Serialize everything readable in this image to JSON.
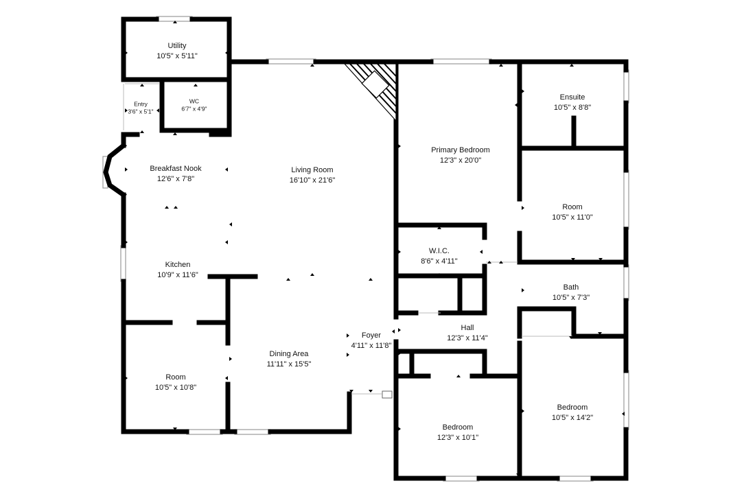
{
  "rooms": [
    {
      "id": "utility",
      "name": "Utility",
      "dims": "10'5\" x 5'11\""
    },
    {
      "id": "entry",
      "name": "Entry",
      "dims": "3'6\" x 5'1\""
    },
    {
      "id": "wc",
      "name": "WC",
      "dims": "6'7\" x 4'9\""
    },
    {
      "id": "breakfast-nook",
      "name": "Breakfast Nook",
      "dims": "12'6\" x 7'8\""
    },
    {
      "id": "living-room",
      "name": "Living Room",
      "dims": "16'10\" x 21'6\""
    },
    {
      "id": "primary-bedroom",
      "name": "Primary Bedroom",
      "dims": "12'3\" x 20'0\""
    },
    {
      "id": "ensuite",
      "name": "Ensuite",
      "dims": "10'5\" x 8'8\""
    },
    {
      "id": "room-east",
      "name": "Room",
      "dims": "10'5\" x 11'0\""
    },
    {
      "id": "wic",
      "name": "W.I.C.",
      "dims": "8'6\" x 4'11\""
    },
    {
      "id": "kitchen",
      "name": "Kitchen",
      "dims": "10'9\" x 11'6\""
    },
    {
      "id": "bath",
      "name": "Bath",
      "dims": "10'5\" x 7'3\""
    },
    {
      "id": "hall",
      "name": "Hall",
      "dims": "12'3\" x 11'4\""
    },
    {
      "id": "foyer",
      "name": "Foyer",
      "dims": "4'11\" x 11'8\""
    },
    {
      "id": "dining-area",
      "name": "Dining Area",
      "dims": "11'11\" x 15'5\""
    },
    {
      "id": "room-west",
      "name": "Room",
      "dims": "10'5\" x 10'8\""
    },
    {
      "id": "bedroom-south",
      "name": "Bedroom",
      "dims": "12'3\" x 10'1\""
    },
    {
      "id": "bedroom-east",
      "name": "Bedroom",
      "dims": "10'5\" x 14'2\""
    }
  ]
}
